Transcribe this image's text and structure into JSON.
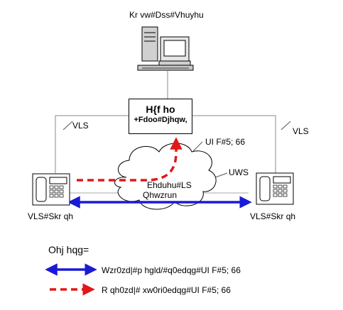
{
  "host": {
    "label": "Kr vw#Dss#Vhuyhu"
  },
  "exchange": {
    "title": "H{f ho",
    "subtitle": "+Fdoo#Djhqw,"
  },
  "links": {
    "sip_left": "VLS",
    "sip_right": "VLS",
    "rtp_label": "UWS",
    "rfc_label": "UI F#5; 66"
  },
  "cloud": {
    "line1": "Ehduhu#LS",
    "line2": "Qhwzrun"
  },
  "phones": {
    "left_label": "VLS#Skr qh",
    "right_label": "VLS#Skr qh"
  },
  "legend": {
    "title": "Ohj hqg=",
    "blue_text": "Wzr0zd|#p hgld/#q0edqg#UI F#5; 66",
    "red_text": "R qh0zd|# xw0ri0edqg#UI F#5; 66"
  },
  "colors": {
    "blue": "#1a1ad6",
    "red": "#e01818"
  }
}
